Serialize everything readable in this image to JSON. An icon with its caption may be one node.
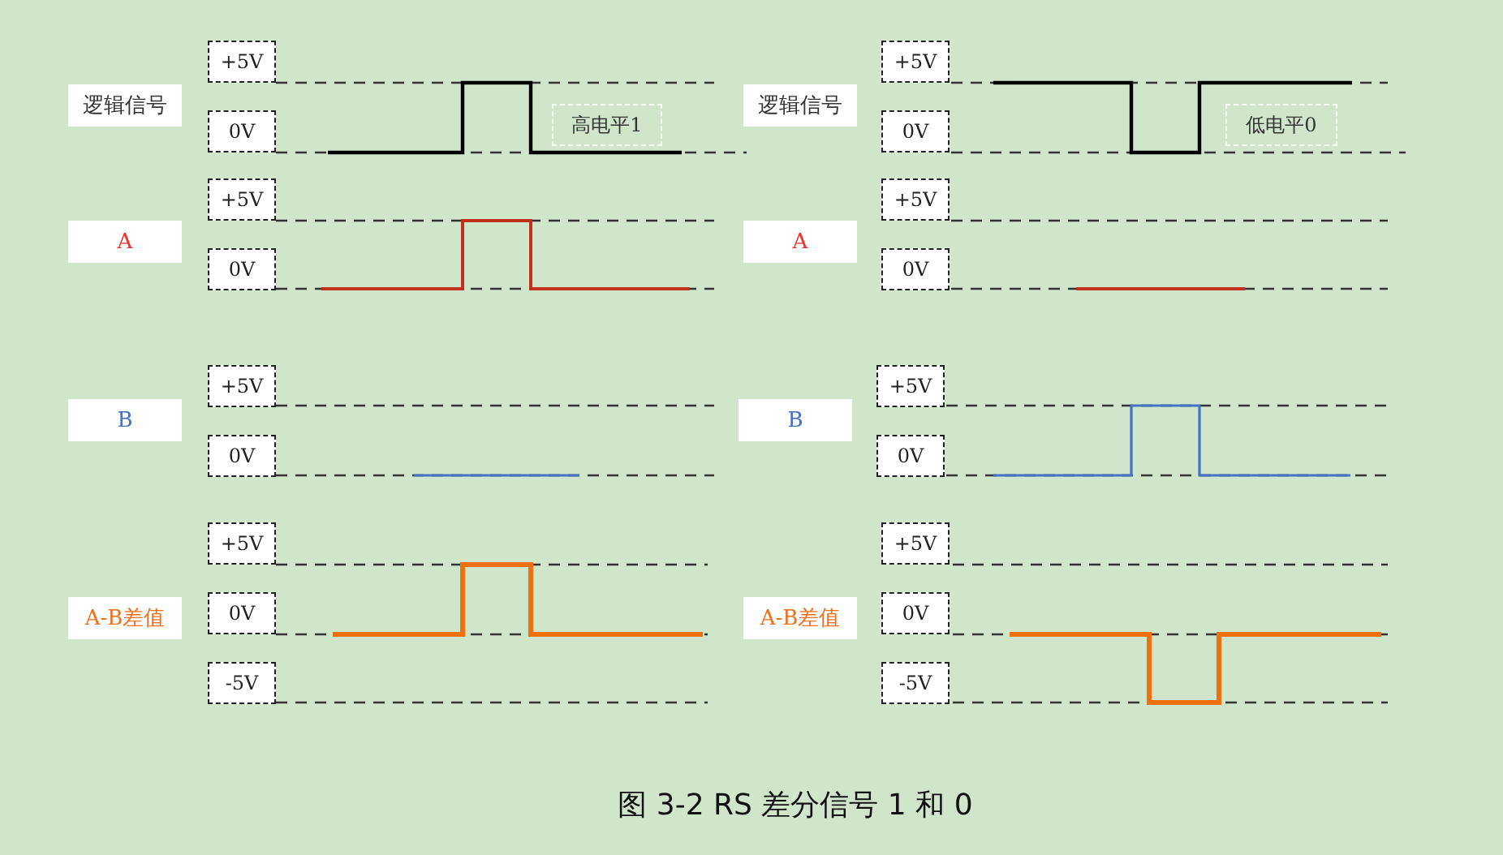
{
  "diagram": {
    "caption": "图 3-2 RS 差分信号 1 和 0",
    "nodes": [
      {
        "text": [
          "逻辑信号"
        ]
      },
      {
        "text": [
          "+5V"
        ]
      },
      {
        "text": [
          "0V"
        ]
      },
      {
        "text": [
          "高电平1"
        ]
      },
      {
        "text": [
          "逻辑信号"
        ]
      },
      {
        "text": [
          "+5V"
        ]
      },
      {
        "text": [
          "0V"
        ]
      },
      {
        "text": [
          "低电平0"
        ]
      },
      {
        "text": [
          "A"
        ]
      },
      {
        "text": [
          "+5V"
        ]
      },
      {
        "text": [
          "0V"
        ]
      },
      {
        "text": [
          "A"
        ]
      },
      {
        "text": [
          "+5V"
        ]
      },
      {
        "text": [
          "0V"
        ]
      },
      {
        "text": [
          "B"
        ]
      },
      {
        "text": [
          "+5V"
        ]
      },
      {
        "text": [
          "0V"
        ]
      },
      {
        "text": [
          "B"
        ]
      },
      {
        "text": [
          "+5V"
        ]
      },
      {
        "text": [
          "0V"
        ]
      },
      {
        "text": [
          "A-B差值"
        ]
      },
      {
        "text": [
          "+5V"
        ]
      },
      {
        "text": [
          "0V"
        ]
      },
      {
        "text": [
          "-5V"
        ]
      },
      {
        "text": [
          "A-B差值"
        ]
      },
      {
        "text": [
          "+5V"
        ]
      },
      {
        "text": [
          "0V"
        ]
      },
      {
        "text": [
          "-5V"
        ]
      }
    ],
    "edges": []
  }
}
